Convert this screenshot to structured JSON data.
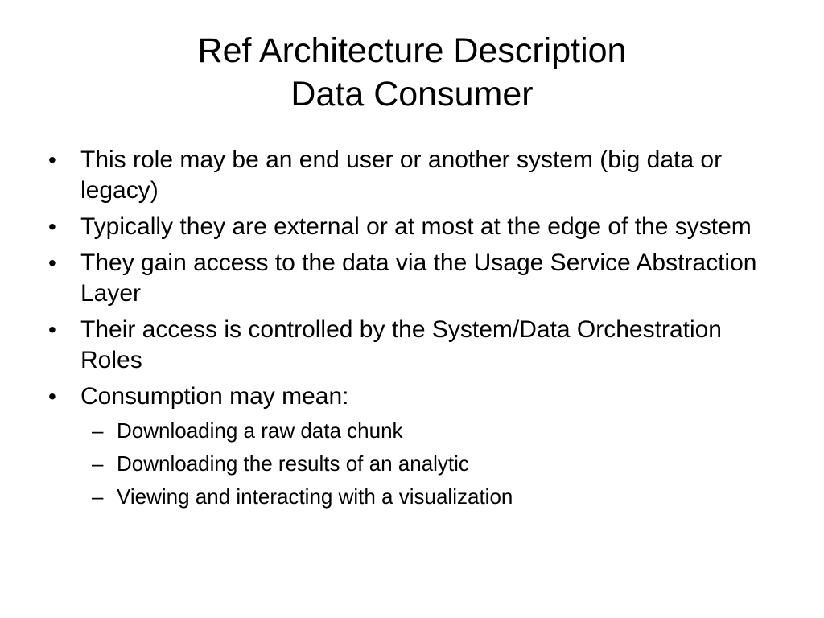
{
  "slide": {
    "title_line1": "Ref Architecture Description",
    "title_line2": "Data Consumer",
    "bullet_symbol": "•",
    "dash_symbol": "–",
    "bullets": [
      "This role may be an end user or another system (big data or legacy)",
      "Typically they are external or at most at the edge of the system",
      "They gain access to the data via the Usage Service Abstraction Layer",
      "Their access is controlled by the System/Data Orchestration Roles",
      "Consumption may mean:"
    ],
    "sub_bullets": [
      "Downloading a raw data chunk",
      "Downloading the results of an analytic",
      "Viewing and interacting with a visualization"
    ]
  }
}
